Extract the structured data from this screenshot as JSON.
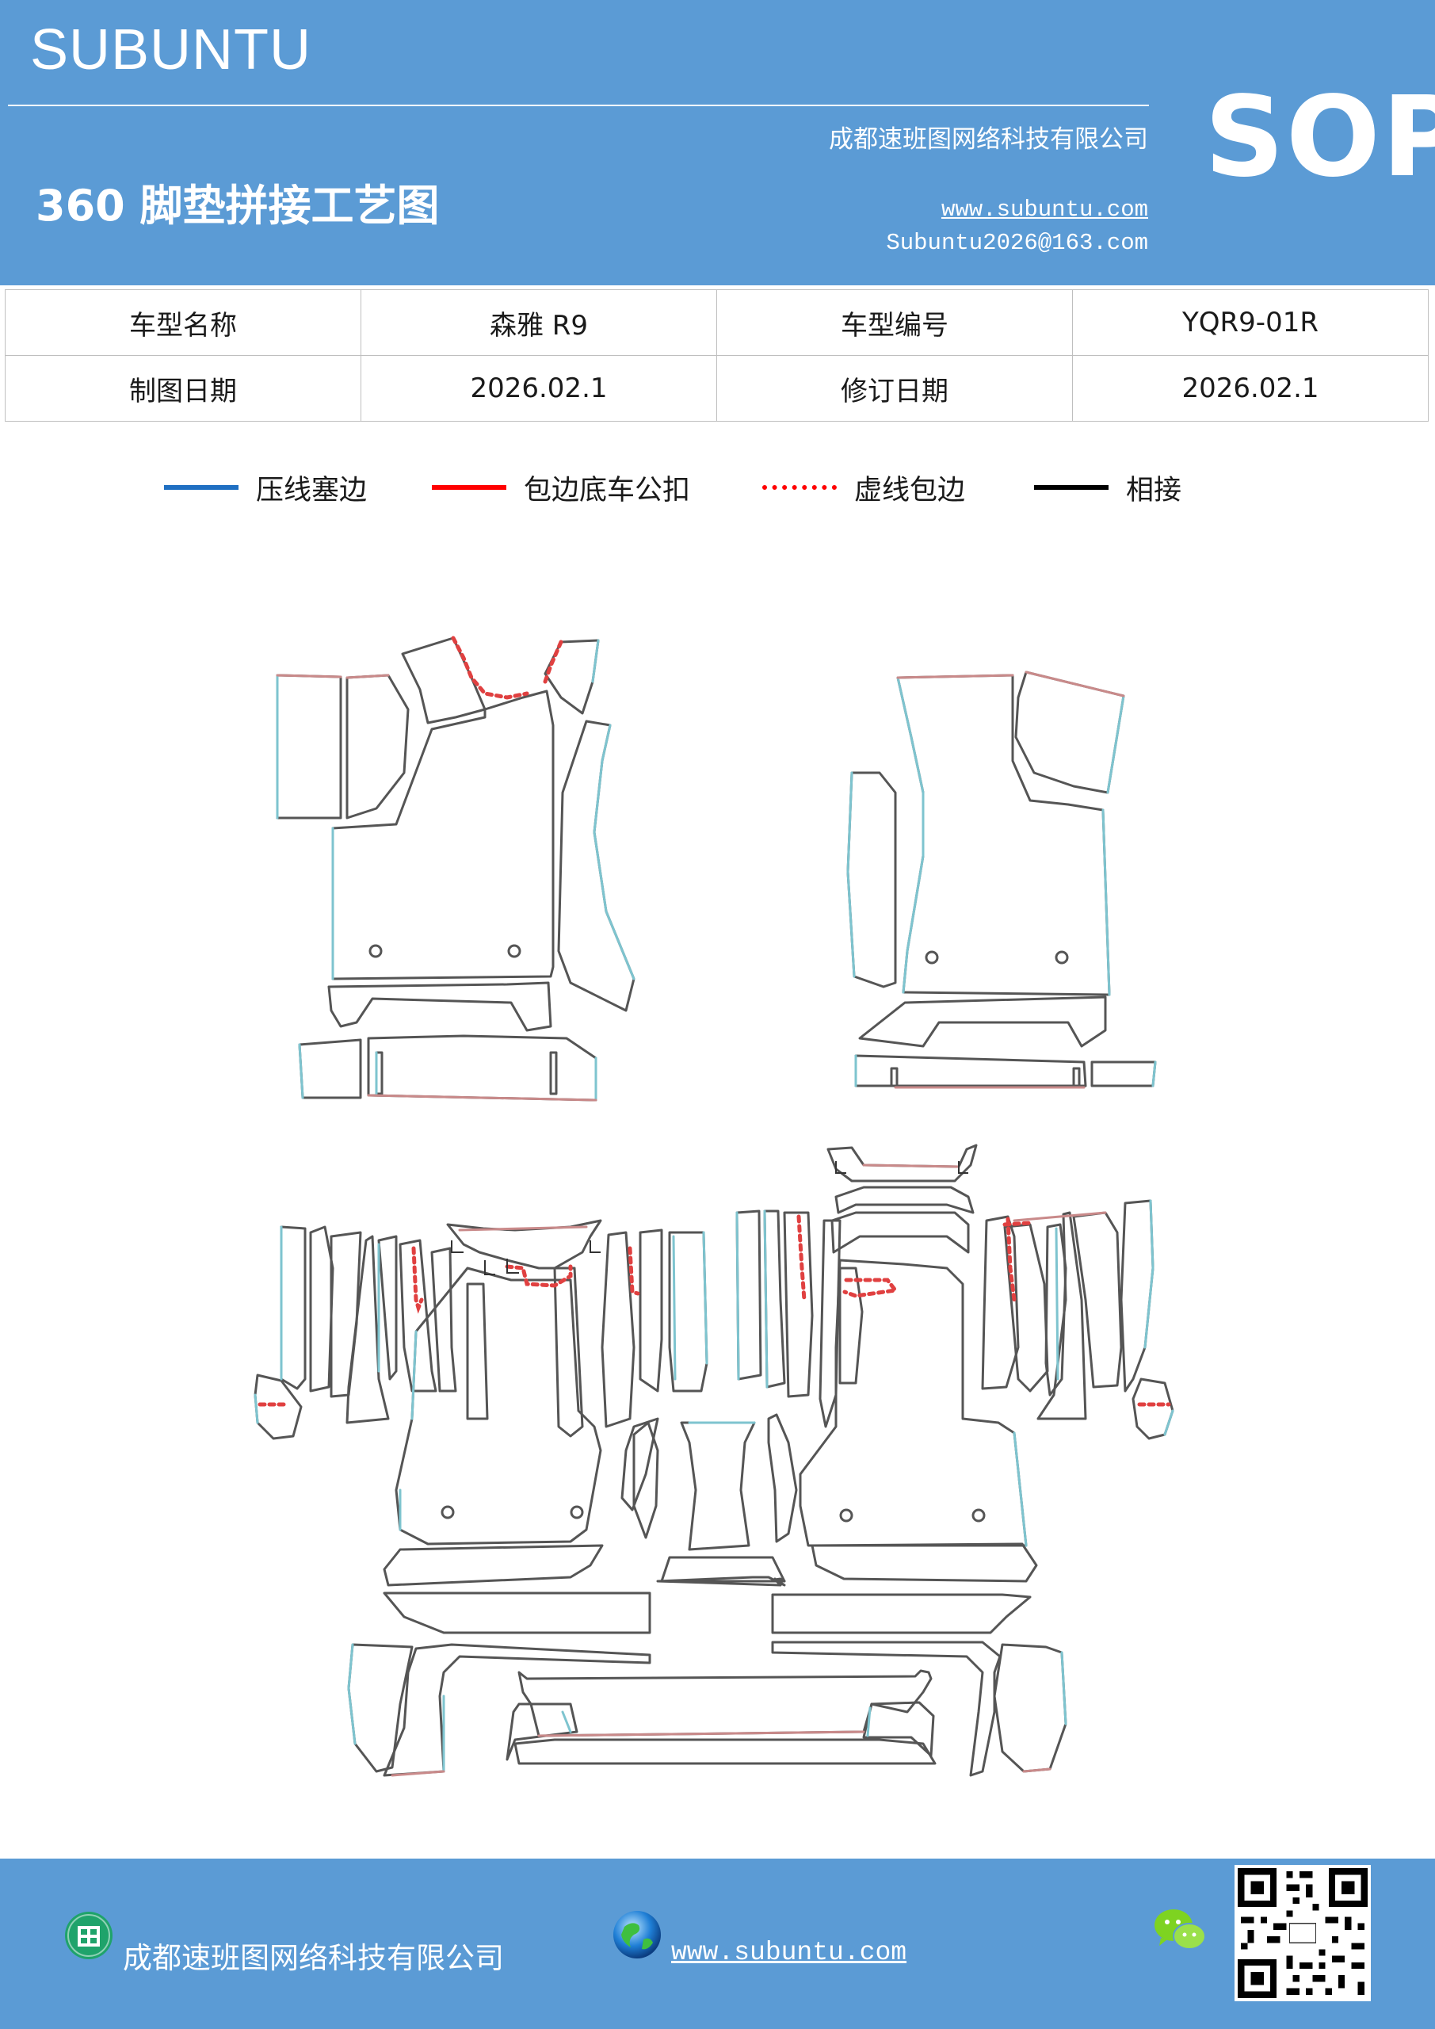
{
  "header": {
    "brand": "SUBUNTU",
    "company": "成都速班图网络科技有限公司",
    "title": "360 脚垫拼接工艺图",
    "website": "www.subuntu.com",
    "email": "Subuntu2026@163.com",
    "badge": "SOP"
  },
  "info_table": {
    "rows": [
      [
        "车型名称",
        "森雅 R9",
        "车型编号",
        "YQR9-01R"
      ],
      [
        "制图日期",
        "2026.02.1",
        "修订日期",
        "2026.02.1"
      ]
    ]
  },
  "legend": [
    {
      "label": "压线塞边",
      "color": "#1f6fc2",
      "style": "solid"
    },
    {
      "label": "包边底车公扣",
      "color": "#ff0000",
      "style": "solid"
    },
    {
      "label": "虚线包边",
      "color": "#ff0000",
      "style": "dotted"
    },
    {
      "label": "相接",
      "color": "#000000",
      "style": "solid"
    }
  ],
  "diagram": {
    "colors": {
      "outline": "#555555",
      "blue_edge": "#7ec4cf",
      "red_edge": "#c98a8a",
      "dotted": "#e04040"
    }
  },
  "footer": {
    "company": "成都速班图网络科技有限公司",
    "website": "www.subuntu.com",
    "icons": [
      "company-icon",
      "globe-icon",
      "wechat-icon",
      "qr-code"
    ]
  }
}
